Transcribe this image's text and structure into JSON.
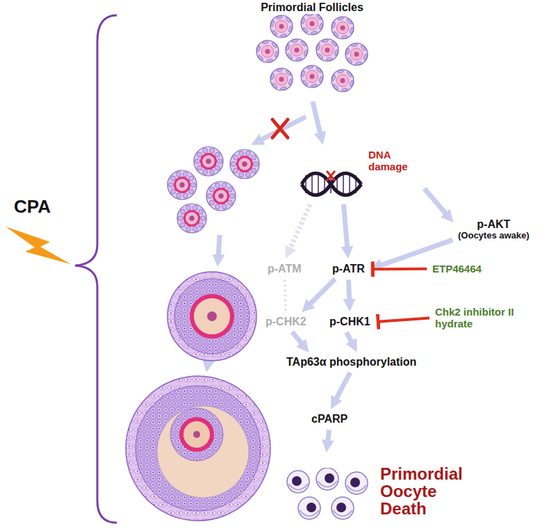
{
  "diagram": {
    "nodes": [
      {
        "text": [
          "Primordial Follicles"
        ]
      },
      {
        "text": [
          "DNA damage"
        ]
      },
      {
        "text": [
          "p-AKT",
          "(Oocytes awake)"
        ]
      },
      {
        "text": [
          "p-ATM"
        ]
      },
      {
        "text": [
          "p-ATR"
        ]
      },
      {
        "text": [
          "ETP46464"
        ]
      },
      {
        "text": [
          "p-CHK2"
        ]
      },
      {
        "text": [
          "p-CHK1"
        ]
      },
      {
        "text": [
          "Chk2 inhibitor II hydrate"
        ]
      },
      {
        "text": [
          "TAp63α phosphorylation"
        ]
      },
      {
        "text": [
          "cPARP"
        ]
      },
      {
        "text": [
          "Primordial Oocyte Death"
        ]
      }
    ],
    "edges": [
      {
        "from": 0,
        "to": 1,
        "arrow": "to"
      },
      {
        "from": 1,
        "to": 2,
        "arrow": "to"
      },
      {
        "from": 1,
        "to": 4,
        "arrow": "to"
      },
      {
        "from": 2,
        "to": 4,
        "arrow": "to"
      },
      {
        "from": 1,
        "to": 3,
        "arrow": "to"
      },
      {
        "from": 3,
        "to": 6,
        "arrow": "none"
      },
      {
        "from": 4,
        "to": 6,
        "arrow": "to"
      },
      {
        "from": 4,
        "to": 7,
        "arrow": "to"
      },
      {
        "from": 5,
        "to": 4,
        "arrow": "to"
      },
      {
        "from": 8,
        "to": 7,
        "arrow": "to"
      },
      {
        "from": 6,
        "to": 9,
        "arrow": "to"
      },
      {
        "from": 7,
        "to": 9,
        "arrow": "to"
      },
      {
        "from": 9,
        "to": 10,
        "arrow": "to"
      },
      {
        "from": 10,
        "to": 11,
        "arrow": "to"
      }
    ],
    "labels": [
      "CPA"
    ]
  }
}
